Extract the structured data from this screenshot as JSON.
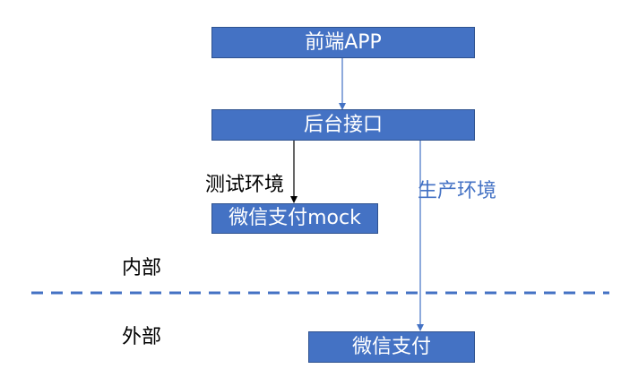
{
  "diagram": {
    "nodes": {
      "frontend_app": "前端APP",
      "backend_api": "后台接口",
      "wechat_pay_mock": "微信支付mock",
      "wechat_pay": "微信支付"
    },
    "edge_labels": {
      "test_env": "测试环境",
      "prod_env": "生产环境"
    },
    "zones": {
      "internal": "内部",
      "external": "外部"
    },
    "edges": [
      {
        "from": "frontend_app",
        "to": "backend_api"
      },
      {
        "from": "backend_api",
        "to": "wechat_pay_mock",
        "label": "test_env"
      },
      {
        "from": "backend_api",
        "to": "wechat_pay",
        "label": "prod_env"
      }
    ],
    "colors": {
      "box_fill": "#4472c4",
      "box_border": "#2f528f",
      "box_text": "#ffffff",
      "arrow_blue": "#4472c4",
      "arrow_black": "#000000",
      "divider": "#4472c4"
    }
  }
}
